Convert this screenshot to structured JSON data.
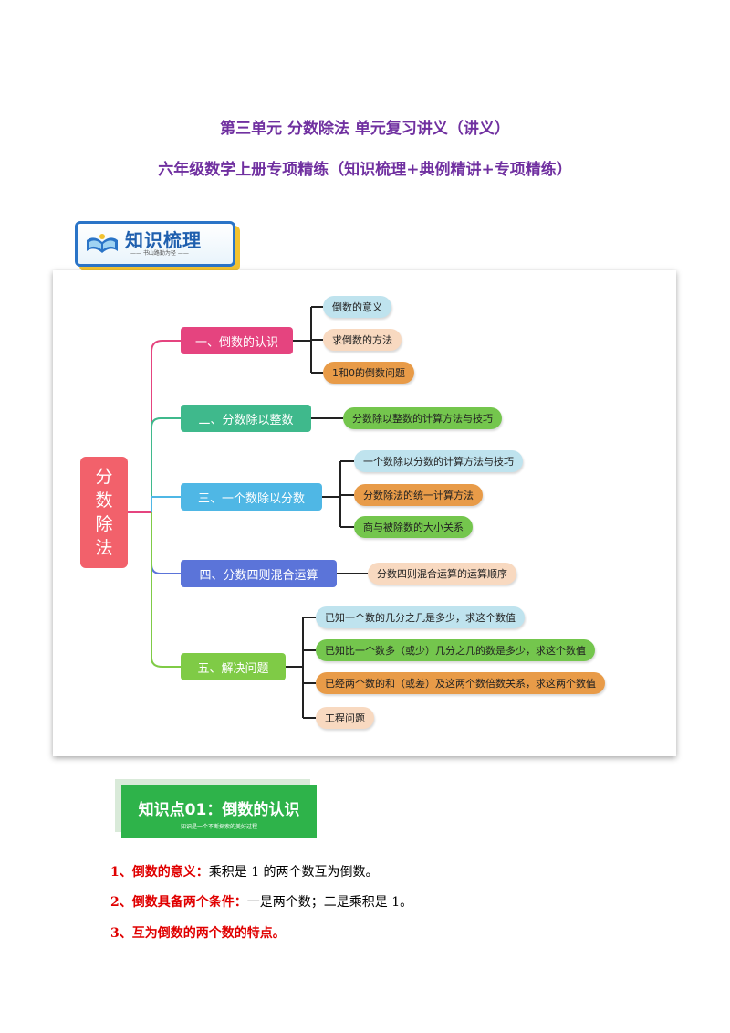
{
  "header": {
    "title": "第三单元  分数除法  单元复习讲义（讲义）",
    "subtitle": "六年级数学上册专项精练（知识梳理+典例精讲+专项精练）"
  },
  "section_banner": {
    "title": "知识梳理",
    "tagline": "书山路勤为径",
    "icon": "open-book-icon"
  },
  "mindmap": {
    "root": [
      "分",
      "数",
      "除",
      "法"
    ],
    "branches": [
      {
        "label": "一、倒数的认识",
        "color": "#e5447f",
        "children": [
          {
            "label": "倒数的意义",
            "tone": "blue"
          },
          {
            "label": "求倒数的方法",
            "tone": "peach"
          },
          {
            "label": "1和0的倒数问题",
            "tone": "orange"
          }
        ]
      },
      {
        "label": "二、分数除以整数",
        "color": "#3fb98c",
        "children": [
          {
            "label": "分数除以整数的计算方法与技巧",
            "tone": "green"
          }
        ]
      },
      {
        "label": "三、一个数除以分数",
        "color": "#4fb7e5",
        "children": [
          {
            "label": "一个数除以分数的计算方法与技巧",
            "tone": "blue"
          },
          {
            "label": "分数除法的统一计算方法",
            "tone": "orange"
          },
          {
            "label": "商与被除数的大小关系",
            "tone": "green"
          }
        ]
      },
      {
        "label": "四、分数四则混合运算",
        "color": "#5b74d9",
        "children": [
          {
            "label": "分数四则混合运算的运算顺序",
            "tone": "peach"
          }
        ]
      },
      {
        "label": "五、解决问题",
        "color": "#7fcb46",
        "children": [
          {
            "label": "已知一个数的几分之几是多少，求这个数值",
            "tone": "blue"
          },
          {
            "label": "已知比一个数多（或少）几分之几的数是多少，求这个数值",
            "tone": "green"
          },
          {
            "label": "已经两个数的和（或差）及这两个数倍数关系，求这两个数值",
            "tone": "orange"
          },
          {
            "label": "工程问题",
            "tone": "peach"
          }
        ]
      }
    ]
  },
  "knowledge_point": {
    "title": "知识点01：倒数的认识",
    "tagline": "知识是一个不断探索的美好过程"
  },
  "points": [
    {
      "label": "1、倒数的意义：",
      "text": "乘积是 1 的两个数互为倒数。"
    },
    {
      "label": "2、倒数具备两个条件：",
      "text": "一是两个数；二是乘积是 1。"
    },
    {
      "label": "3、互为倒数的两个数的特点。",
      "text": ""
    }
  ]
}
